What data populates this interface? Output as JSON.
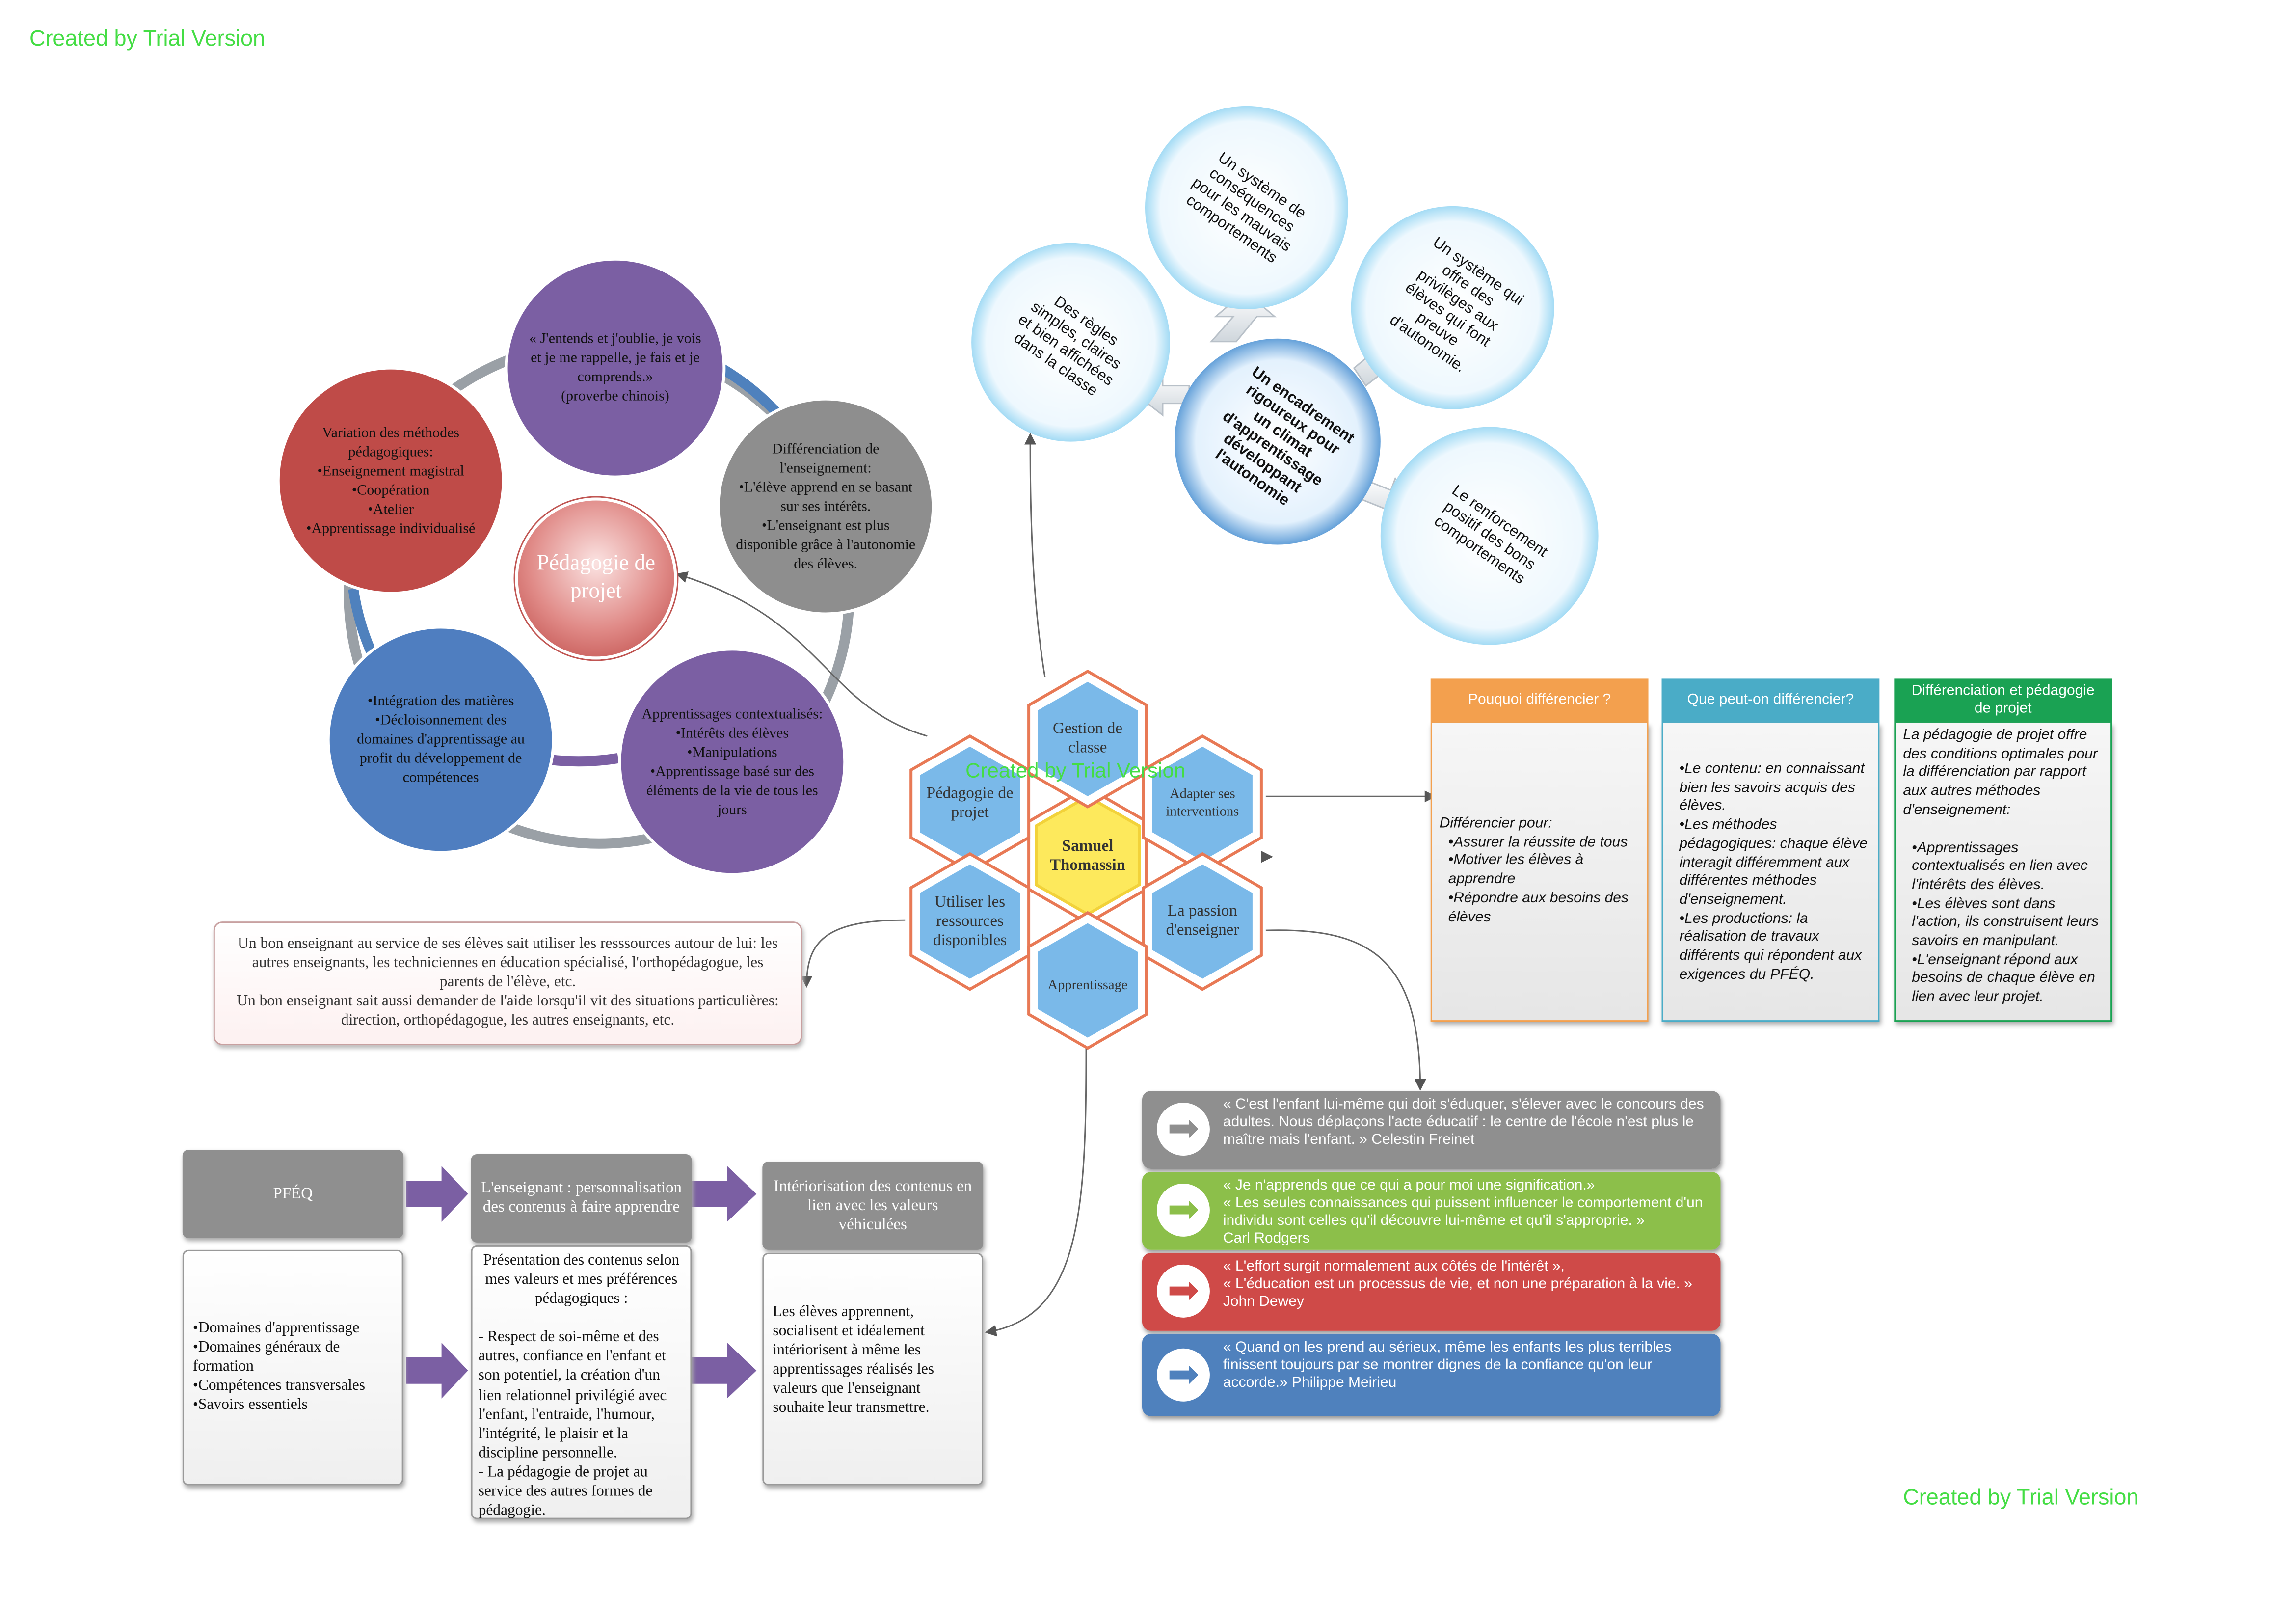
{
  "watermark": {
    "text": "Created by Trial Version"
  },
  "colors": {
    "watermark": "#44dd44",
    "hex_blue": "#7ab9e9",
    "hex_center": "#fde95c",
    "hex_border": "#e87955"
  },
  "cycle": {
    "center": "Pédagogie de projet",
    "nodes": {
      "quote": {
        "lines": [
          "« J'entends et j'oublie, je vois et je me rappelle, je fais et je comprends.»",
          "(proverbe chinois)"
        ]
      },
      "diff": {
        "title": "Différenciation de l'enseignement:",
        "items": [
          "L'élève apprend en se basant sur ses intérêts.",
          "L'enseignant est plus disponible grâce à l'autonomie des élèves."
        ]
      },
      "variation": {
        "title": "Variation des méthodes pédagogiques:",
        "items": [
          "Enseignement magistral",
          "Coopération",
          "Atelier",
          "Apprentissage individualisé"
        ]
      },
      "integration": {
        "items": [
          "Intégration des matières",
          "Décloisonnement des domaines d'apprentissage au profit du développement de compétences"
        ]
      },
      "contexte": {
        "title": "Apprentissages contextualisés:",
        "items": [
          "Intérêts des élèves",
          "Manipulations",
          "Apprentissage basé sur des éléments de la vie de tous les jours"
        ]
      }
    }
  },
  "encadrement": {
    "center": "Un encadrement rigoureux pour un climat d'apprentissage développant l'autonomie",
    "regles": "Des règles simples, claires et bien affichées dans la classe",
    "consequences": "Un système de conséquences pour les mauvais comportements",
    "privileges": "Un système qui offre des privilèges aux élèves qui font preuve d'autonomie.",
    "renforcement": "Le renforcement positif des bons comportements"
  },
  "hexes": {
    "center": "Samuel Thomassin",
    "gestion": "Gestion de classe",
    "pedagogie": "Pédagogie de projet",
    "adapter": "Adapter ses interventions",
    "ressources": "Utiliser les ressources disponibles",
    "passion": "La passion d'enseigner",
    "apprentissage": "Apprentissage"
  },
  "columns": [
    {
      "header": "Pouquoi différencier ?",
      "color": "#f3a04e",
      "body_lines": [
        "Différencier pour:",
        "•Assurer la réussite de tous",
        "•Motiver les élèves à apprendre",
        "•Répondre aux besoins des élèves"
      ]
    },
    {
      "header": "Que peut-on différencier?",
      "color": "#4aacc7",
      "body_lines": [
        "•Le contenu: en connaissant bien les savoirs acquis des élèves.",
        "•Les méthodes pédagogiques: chaque élève interagit différemment aux différentes méthodes d'enseignement.",
        "•Les productions: la réalisation de travaux différents qui répondent aux exigences du PFÉQ."
      ]
    },
    {
      "header": "Différenciation et pédagogie de projet",
      "color": "#1aa253",
      "body_lines": [
        "La pédagogie de projet offre des conditions optimales pour la différenciation par rapport aux autres méthodes d'enseignement:",
        "•Apprentissages contextualisés en lien avec l'intérêts des élèves.",
        "•Les élèves sont dans l'action, ils construisent leurs savoirs en manipulant.",
        "•L'enseignant répond aux besoins de chaque élève en lien avec leur projet."
      ]
    }
  ],
  "ressources_box": {
    "lines": [
      "Un bon enseignant au service de ses élèves sait utiliser les resssources autour de lui: les autres enseignants, les techniciennes en éducation spécialisé, l'orthopédagogue, les parents de l'élève, etc.",
      "Un bon enseignant sait aussi demander de l'aide lorsqu'il vit des situations particulières: direction, orthopédagogue, les autres enseignants, etc."
    ]
  },
  "quotes": [
    {
      "color": "#8f8f8f",
      "lines": [
        "« C'est l'enfant lui-même qui doit s'éduquer, s'élever avec le concours des adultes. Nous déplaçons l'acte éducatif : le centre de l'école n'est plus le maître mais l'enfant.  » Celestin Freinet"
      ]
    },
    {
      "color": "#8cbf4a",
      "lines": [
        "« Je n'apprends que ce qui a pour moi une signification.»",
        "« Les seules connaissances qui puissent influencer le comportement d'un individu sont celles qu'il découvre lui-même et qu'il s'approprie. »",
        "Carl Rodgers"
      ]
    },
    {
      "color": "#cf4a48",
      "lines": [
        "« L'effort surgit normalement aux côtés de l'intérêt »,",
        "« L'éducation est un processus de vie, et non une préparation à la vie. »",
        "John Dewey"
      ]
    },
    {
      "color": "#4f81bd",
      "lines": [
        "« Quand on les prend au sérieux, même les enfants les plus terribles finissent toujours par se montrer dignes de la confiance qu'on leur accorde.» Philippe Meirieu"
      ]
    }
  ],
  "pfeq": {
    "headers": [
      "PFÉQ",
      "L'enseignant : personnalisation des contenus à faire apprendre",
      "Intériorisation des contenus en lien avec les valeurs véhiculées"
    ],
    "col1": [
      "•Domaines d'apprentissage",
      "•Domaines généraux de formation",
      "•Compétences transversales",
      "•Savoirs essentiels"
    ],
    "col2": [
      "Présentation des contenus selon mes valeurs et mes préférences pédagogiques :",
      "",
      "- Respect de soi-même et des autres, confiance en l'enfant et son potentiel, la création d'un lien  relationnel privilégié avec l'enfant, l'entraide, l'humour, l'intégrité, le plaisir et la discipline personnelle.",
      "- La pédagogie de projet au service des autres formes de pédagogie."
    ],
    "col3": [
      "Les élèves apprennent, socialisent et idéalement intériorisent à même les apprentissages réalisés  les valeurs que l'enseignant souhaite leur transmettre."
    ]
  }
}
